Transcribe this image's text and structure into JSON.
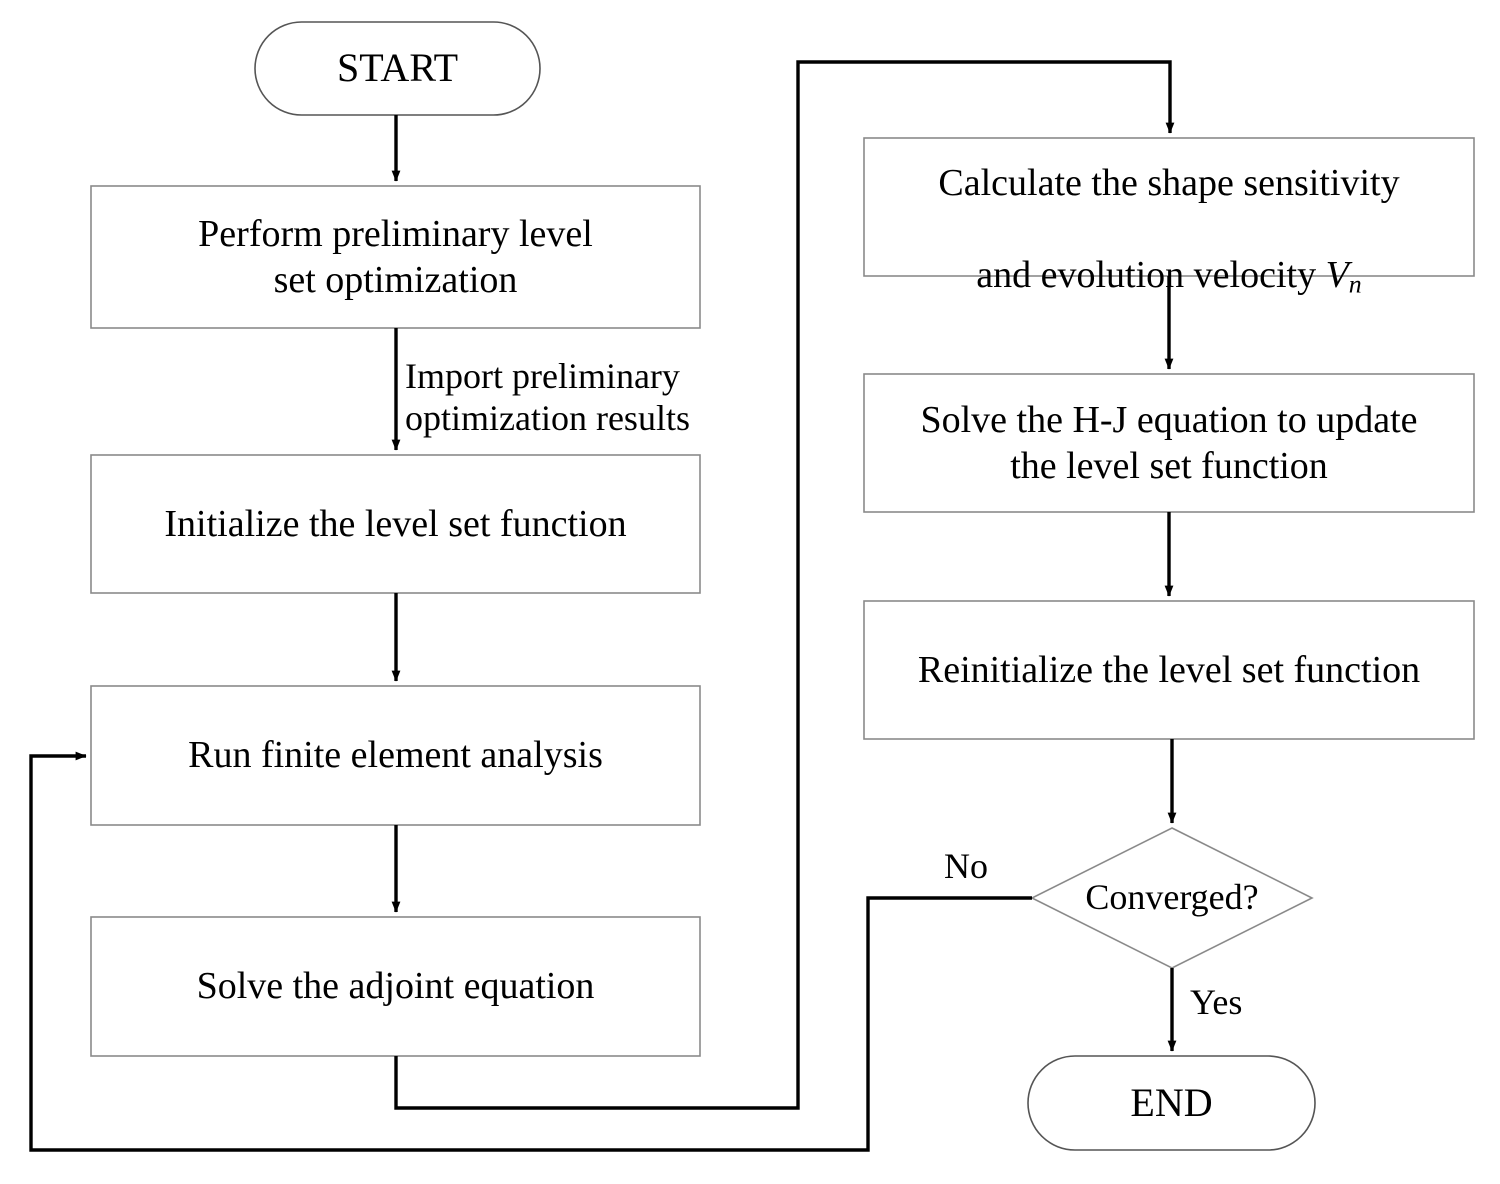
{
  "diagram": {
    "title": "Level set topology optimization flowchart",
    "stroke_color": "#000000",
    "fill_color": "#ffffff",
    "background": "#ffffff",
    "box_border_color": "#808080",
    "arrow_color": "#000000"
  },
  "nodes": {
    "start": {
      "label": "START",
      "shape": "terminal"
    },
    "preliminary": {
      "label": "Perform preliminary level\nset optimization",
      "shape": "process"
    },
    "initialize": {
      "label": "Initialize the level set function",
      "shape": "process"
    },
    "fea": {
      "label": "Run finite element analysis",
      "shape": "process"
    },
    "adjoint": {
      "label": "Solve the adjoint equation",
      "shape": "process"
    },
    "sensitivity": {
      "label_part1": "Calculate the shape sensitivity",
      "label_part2": "and evolution velocity ",
      "label_var": "V",
      "label_sub": "n",
      "shape": "process"
    },
    "hj": {
      "label": "Solve the H-J equation to update\nthe level set function",
      "shape": "process"
    },
    "reinitialize": {
      "label": "Reinitialize the level set function",
      "shape": "process"
    },
    "converged": {
      "label": "Converged?",
      "shape": "decision"
    },
    "end": {
      "label": "END",
      "shape": "terminal"
    }
  },
  "edge_labels": {
    "import_results": "Import preliminary\noptimization results",
    "no": "No",
    "yes": "Yes"
  },
  "flow": [
    {
      "from": "start",
      "to": "preliminary",
      "label": ""
    },
    {
      "from": "preliminary",
      "to": "initialize",
      "label": "Import preliminary optimization results"
    },
    {
      "from": "initialize",
      "to": "fea",
      "label": ""
    },
    {
      "from": "fea",
      "to": "adjoint",
      "label": ""
    },
    {
      "from": "adjoint",
      "to": "sensitivity",
      "label": ""
    },
    {
      "from": "sensitivity",
      "to": "hj",
      "label": ""
    },
    {
      "from": "hj",
      "to": "reinitialize",
      "label": ""
    },
    {
      "from": "reinitialize",
      "to": "converged",
      "label": ""
    },
    {
      "from": "converged",
      "to": "end",
      "label": "Yes"
    },
    {
      "from": "converged",
      "to": "fea",
      "label": "No"
    }
  ]
}
